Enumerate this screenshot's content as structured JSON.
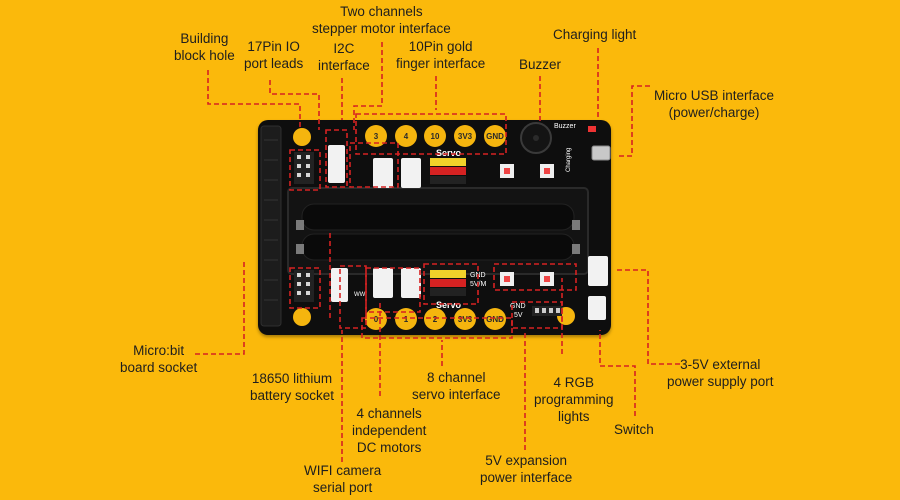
{
  "colors": {
    "background": "#FBB90B",
    "board": "#0E0E0E",
    "pad": "#F5B50E",
    "leader_line": "#D62222"
  },
  "labels": {
    "building_block_hole": [
      "Building",
      "block hole"
    ],
    "pin17": [
      "17Pin IO",
      "port leads"
    ],
    "stepper": [
      "Two channels",
      "stepper motor interface"
    ],
    "i2c": [
      "I2C",
      "interface"
    ],
    "gold10": [
      "10Pin gold",
      "finger interface"
    ],
    "buzzer": [
      "Buzzer"
    ],
    "charging_light": [
      "Charging light"
    ],
    "micro_usb": [
      "Micro USB interface",
      "(power/charge)"
    ],
    "microbit": [
      "Micro:bit",
      "board socket"
    ],
    "lithium": [
      "18650 lithium",
      "battery socket"
    ],
    "dc_motors": [
      "4 channels",
      "independent",
      "DC motors"
    ],
    "wifi": [
      "WIFI camera",
      "serial port"
    ],
    "servo8": [
      "8 channel",
      "servo interface"
    ],
    "expansion": [
      "5V expansion",
      "power interface"
    ],
    "rgb": [
      "4 RGB",
      "programming",
      "lights"
    ],
    "switch": [
      "Switch"
    ],
    "ext_power": [
      "3-5V external",
      "power supply port"
    ]
  },
  "silk": {
    "top_pads": [
      "3",
      "4",
      "10",
      "3V3",
      "GND"
    ],
    "bottom_pads": [
      "0",
      "1",
      "2",
      "3V3",
      "GND"
    ],
    "servo": "Servo",
    "buzzer": "Buzzer",
    "charging": "Charging",
    "gnd": "GND",
    "v5": "5V",
    "svm": "5V/M",
    "ww": "WW"
  }
}
